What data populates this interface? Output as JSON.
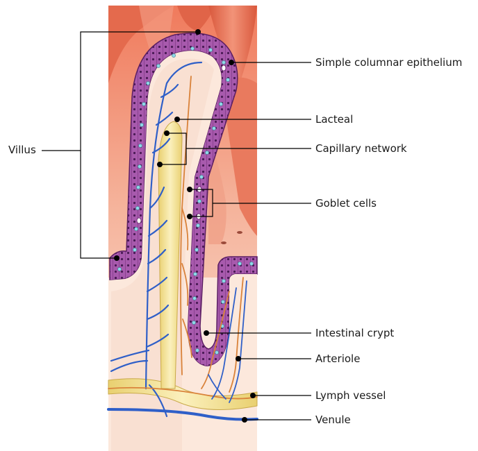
{
  "figure": {
    "labels": {
      "villus": "Villus",
      "simple_columnar_epithelium": "Simple columnar epithelium",
      "lacteal": "Lacteal",
      "capillary_network": "Capillary network",
      "goblet_cells": "Goblet cells",
      "intestinal_crypt": "Intestinal crypt",
      "arteriole": "Arteriole",
      "lymph_vessel": "Lymph vessel",
      "venule": "Venule"
    },
    "colors": {
      "tissue_salmon": "#e8866a",
      "tissue_light": "#f7d2c3",
      "epithelium_purple": "#9b4fa0",
      "epithelium_dark": "#6b2a72",
      "nucleus_cyan": "#8fd8e8",
      "lacteal_yellow": "#f3e39a",
      "vein_blue": "#2f5fc8",
      "artery_orange": "#d9823a",
      "leader_line": "#000000"
    }
  }
}
